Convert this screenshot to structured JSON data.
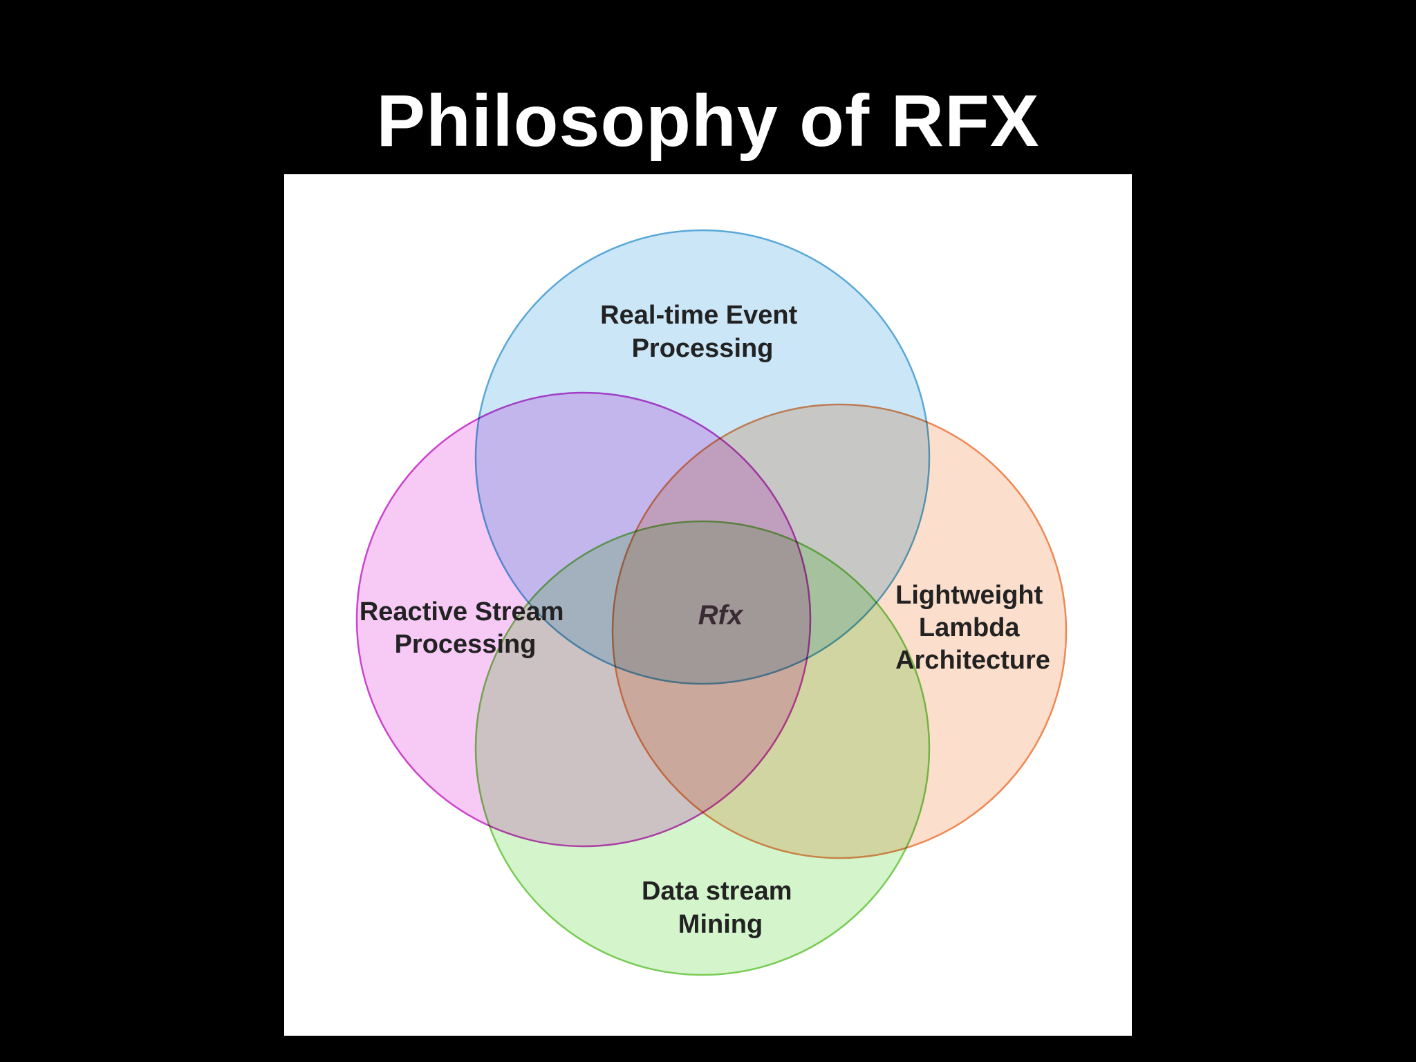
{
  "slide": {
    "title": "Philosophy of RFX"
  },
  "diagram": {
    "type": "venn",
    "center_label": "Rfx",
    "sets": [
      {
        "id": "realtime",
        "lines": [
          "Real-time Event",
          "Processing"
        ],
        "fill": "#a6d6f2",
        "stroke": "#5aa8d8"
      },
      {
        "id": "reactive",
        "lines": [
          "Reactive Stream",
          "Processing"
        ],
        "fill": "#f0a6ee",
        "stroke": "#cc44cc"
      },
      {
        "id": "lambda",
        "lines": [
          "Lightweight",
          "Lambda",
          "Architecture"
        ],
        "fill": "#f8c8a8",
        "stroke": "#ee8855"
      },
      {
        "id": "mining",
        "lines": [
          "Data stream",
          "Mining"
        ],
        "fill": "#b8eea8",
        "stroke": "#77cc55"
      }
    ]
  }
}
